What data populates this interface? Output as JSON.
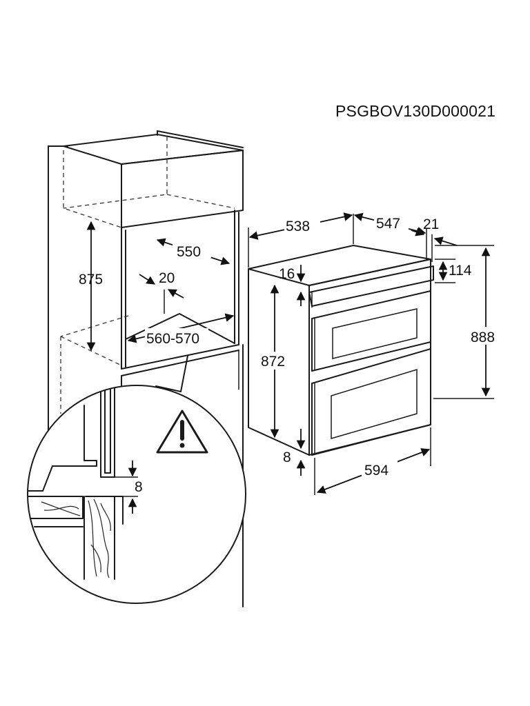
{
  "model_code": "PSGBOV130D000021",
  "colors": {
    "line": "#1a1a1a",
    "background": "#ffffff"
  },
  "icons": {
    "warning": "warning-triangle-icon"
  },
  "cabinet": {
    "niche_height": "875",
    "niche_depth": "550",
    "rear_gap": "20",
    "niche_width": "560-570"
  },
  "detail": {
    "gap": "8"
  },
  "oven": {
    "depth_total": "538",
    "depth_body": "547",
    "door_thickness": "21",
    "top_panel_height": "114",
    "top_offset": "16",
    "body_height": "872",
    "total_height": "888",
    "bottom_offset": "8",
    "width": "594"
  }
}
